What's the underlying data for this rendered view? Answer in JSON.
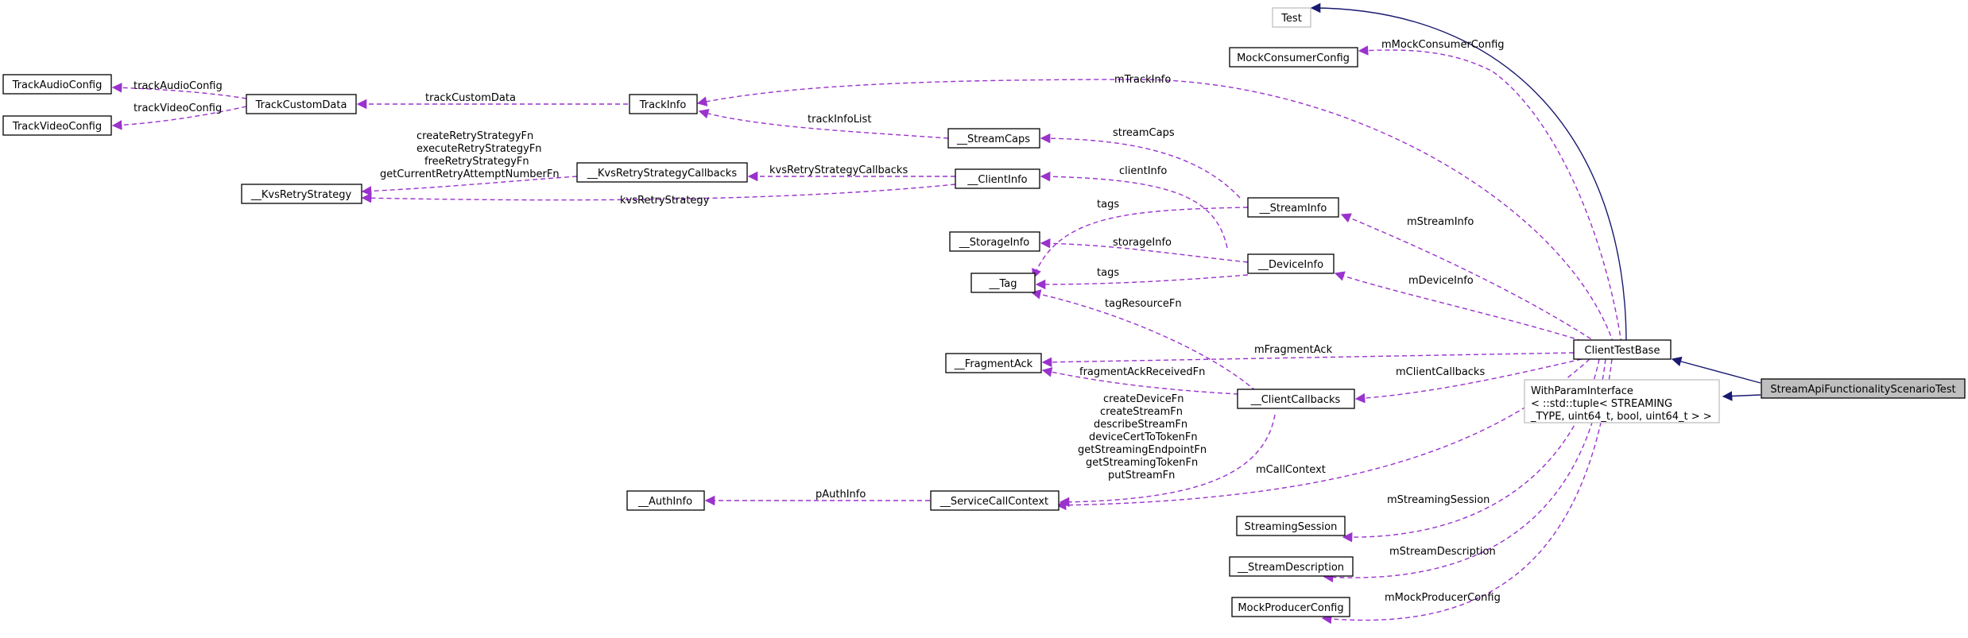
{
  "nodes": {
    "test": "Test",
    "mock_consumer_config": "MockConsumerConfig",
    "track_audio_config": "TrackAudioConfig",
    "track_custom_data": "TrackCustomData",
    "track_info": "TrackInfo",
    "track_video_config": "TrackVideoConfig",
    "stream_caps": "__StreamCaps",
    "kvs_retry_strategy_callbacks": "__KvsRetryStrategyCallbacks",
    "client_info": "__ClientInfo",
    "kvs_retry_strategy": "__KvsRetryStrategy",
    "stream_info": "__StreamInfo",
    "storage_info": "__StorageInfo",
    "device_info": "__DeviceInfo",
    "tag": "__Tag",
    "client_test_base": "ClientTestBase",
    "fragment_ack": "__FragmentAck",
    "client_callbacks": "__ClientCallbacks",
    "with_param_interface": [
      "WithParamInterface",
      "< ::std::tuple< STREAMING",
      "_TYPE, uint64_t, bool, uint64_t > >"
    ],
    "stream_api_functionality_scenario_test": "StreamApiFunctionalityScenarioTest",
    "auth_info": "__AuthInfo",
    "service_call_context": "__ServiceCallContext",
    "streaming_session": "StreamingSession",
    "stream_description": "__StreamDescription",
    "mock_producer_config": "MockProducerConfig"
  },
  "edge_labels": {
    "m_mock_consumer_config": "mMockConsumerConfig",
    "track_audio_config": "trackAudioConfig",
    "track_custom_data": "trackCustomData",
    "track_video_config": "trackVideoConfig",
    "m_track_info": "mTrackInfo",
    "track_info_list": "trackInfoList",
    "stream_caps": "streamCaps",
    "retry_fns": [
      "createRetryStrategyFn",
      "executeRetryStrategyFn",
      "freeRetryStrategyFn",
      "getCurrentRetryAttemptNumberFn"
    ],
    "kvs_retry_strategy_callbacks": "kvsRetryStrategyCallbacks",
    "client_info": "clientInfo",
    "kvs_retry_strategy": "kvsRetryStrategy",
    "tags_stream": "tags",
    "m_stream_info": "mStreamInfo",
    "storage_info": "storageInfo",
    "tags_device": "tags",
    "m_device_info": "mDeviceInfo",
    "tag_resource_fn": "tagResourceFn",
    "m_fragment_ack": "mFragmentAck",
    "fragment_ack_received_fn": "fragmentAckReceivedFn",
    "m_client_callbacks": "mClientCallbacks",
    "service_fns": [
      "createDeviceFn",
      "createStreamFn",
      "describeStreamFn",
      "deviceCertToTokenFn",
      "getStreamingEndpointFn",
      "getStreamingTokenFn",
      "putStreamFn"
    ],
    "m_call_context": "mCallContext",
    "p_auth_info": "pAuthInfo",
    "m_streaming_session": "mStreamingSession",
    "m_stream_description": "mStreamDescription",
    "m_mock_producer_config": "mMockProducerConfig"
  },
  "colors": {
    "member_edge": "#9a32cd",
    "inherit_edge": "#191970",
    "highlight_fill": "#bfbfbf",
    "muted_border": "#bfbfbf"
  }
}
